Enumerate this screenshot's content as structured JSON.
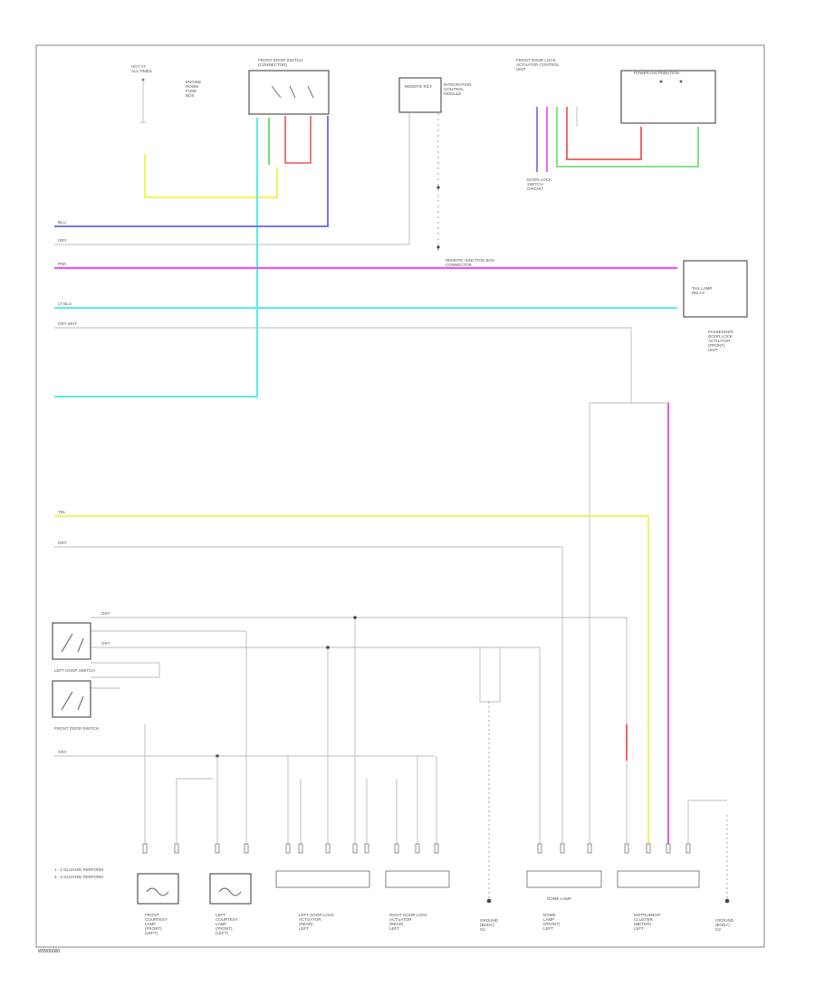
{
  "diagram": {
    "ref_code": "W0000000",
    "notes": [
      "1 : 2 GLUGHIE PERFORM",
      "2 : 2 GLUGHIE PERFORM"
    ],
    "wire_colors": {
      "yellow": "#f3f35a",
      "blue": "#7777ee",
      "magenta": "#ee55ee",
      "cyan": "#55eeee",
      "green": "#77dd77",
      "red": "#ee5555",
      "gray": "#bbbbbb"
    },
    "top_components": [
      {
        "id": "hot-at-all-times",
        "lines": [
          "HOT AT",
          "ALL TIMES"
        ]
      },
      {
        "id": "engine-fuse",
        "lines": [
          "ENGINE",
          "ROOM",
          "FUSE",
          "BOX"
        ]
      },
      {
        "id": "front-door-switch-module",
        "lines": [
          "FRONT DOOR SWITCH",
          "(CONNECTOR)"
        ]
      },
      {
        "id": "remote-relay",
        "lines": [
          "REMOTE R/LY"
        ]
      },
      {
        "id": "integration-control",
        "lines": [
          "INTEGRATION",
          "CONTROL",
          "MODULE"
        ]
      },
      {
        "id": "front-door-lock-actuator",
        "lines": [
          "FRONT DOOR LOCK",
          "ACTUATOR CONTROL",
          "UNIT"
        ]
      },
      {
        "id": "power-distribution",
        "lines": [
          "POWER DISTRIBUTION"
        ]
      },
      {
        "id": "door-lock-sub",
        "lines": [
          "DOOR LOCK",
          "SWITCH",
          "CIRCUIT"
        ]
      },
      {
        "id": "tail-lamp-relay",
        "lines": [
          "TAIL LAMP",
          "RELAY"
        ]
      },
      {
        "id": "passenger-door-unit",
        "lines": [
          "PASSENGER",
          "DOOR LOCK",
          "ACTUATOR",
          "(FRONT)",
          "UNIT"
        ]
      }
    ],
    "wire_labels": [
      "BLU",
      "GRY",
      "PNK",
      "LT BLU",
      "GRY WHT",
      "YEL",
      "GRY",
      "GRY",
      "GRY",
      "GRY"
    ],
    "bus_annotation": [
      "REMOTE JUNCTION BOX",
      "CONNECTOR"
    ],
    "switches": [
      {
        "id": "left-door-switch",
        "label": "LEFT DOOR SWITCH"
      },
      {
        "id": "front-door-switch",
        "label": "FRONT DOOR SWITCH"
      }
    ],
    "bottom_components": [
      {
        "id": "front-courtesy",
        "lines": [
          "FRONT",
          "COURTESY",
          "LAMP",
          "(FRONT)",
          "(LEFT)"
        ]
      },
      {
        "id": "left-courtesy",
        "lines": [
          "LEFT",
          "COURTESY",
          "LAMP",
          "(FRONT)",
          "(LEFT)"
        ]
      },
      {
        "id": "left-door-unit",
        "lines": [
          "LEFT DOOR LOCK",
          "ACTUATOR",
          "(REAR)",
          "LEFT"
        ]
      },
      {
        "id": "right-door-unit",
        "lines": [
          "RIGHT DOOR LOCK",
          "ACTUATOR",
          "(REAR)",
          "LEFT"
        ]
      },
      {
        "id": "ground-1",
        "lines": [
          "GROUND",
          "(BODY)",
          "G1"
        ]
      },
      {
        "id": "dome-lamp",
        "lines": [
          "DOME",
          "LAMP",
          "(FRONT)",
          "LEFT"
        ]
      },
      {
        "id": "instrument-cluster",
        "lines": [
          "INSTRUMENT",
          "CLUSTER",
          "(METER)",
          "LEFT"
        ]
      },
      {
        "id": "ground-2",
        "lines": [
          "GROUND",
          "(BODY)",
          "G2"
        ]
      }
    ],
    "dome_lamp_label": "DOME LAMP"
  }
}
